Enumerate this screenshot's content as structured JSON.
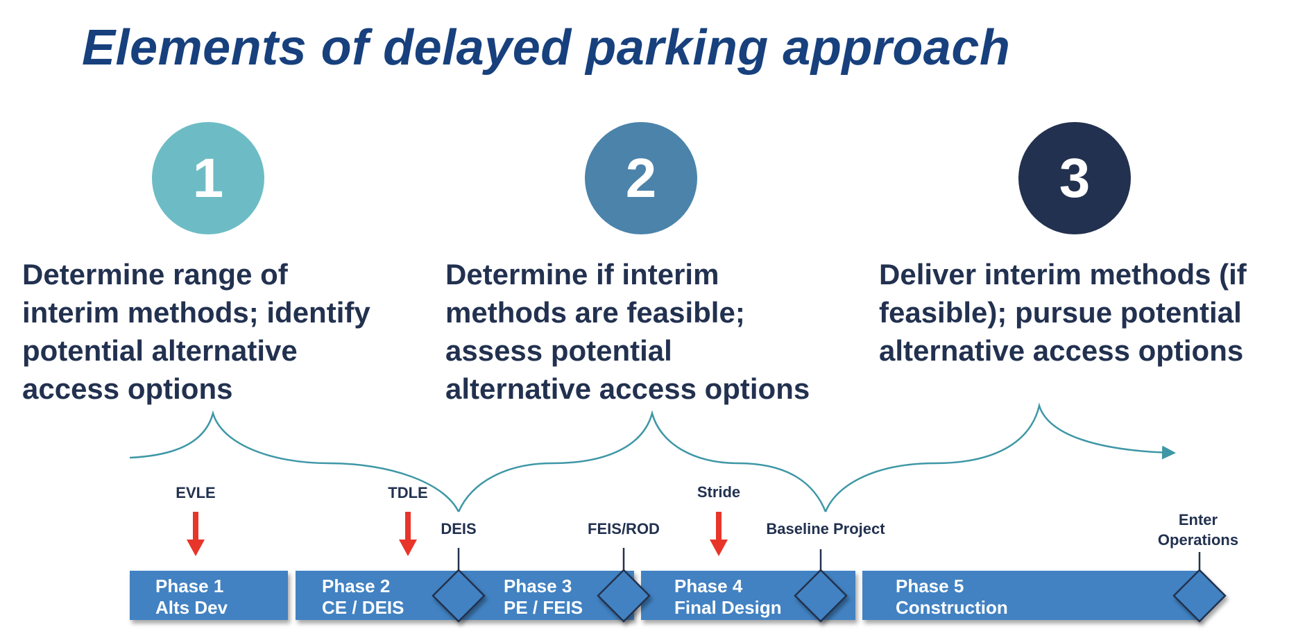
{
  "title": "Elements of delayed parking approach",
  "colors": {
    "title": "#17407d",
    "body_text": "#22314f",
    "brace": "#3e97a6",
    "event_arrow": "#e8352a",
    "phase_fill": "#4282c2",
    "milestone_outline": "#22314f"
  },
  "steps": [
    {
      "number": "1",
      "color": "#6dbcc5",
      "text": "Determine range of\ninterim methods; identify\npotential alternative\naccess options"
    },
    {
      "number": "2",
      "color": "#4b83aa",
      "text": "Determine if interim\nmethods are feasible;\nassess potential\nalternative access options"
    },
    {
      "number": "3",
      "color": "#22314f",
      "text": "Deliver interim methods (if\nfeasible); pursue potential\nalternative access options"
    }
  ],
  "events": [
    {
      "label": "EVLE",
      "icon": "red-down-arrow-icon"
    },
    {
      "label": "TDLE",
      "icon": "red-down-arrow-icon"
    },
    {
      "label": "Stride",
      "icon": "red-down-arrow-icon"
    }
  ],
  "milestones": [
    {
      "label": "DEIS",
      "icon": "diamond-milestone-icon"
    },
    {
      "label": "FEIS/ROD",
      "icon": "diamond-milestone-icon"
    },
    {
      "label": "Baseline Project",
      "icon": "diamond-milestone-icon"
    },
    {
      "label": "Enter\nOperations",
      "icon": "diamond-milestone-icon"
    }
  ],
  "phases": [
    {
      "name": "Phase 1",
      "subtitle": "Alts Dev",
      "text": "Phase 1\nAlts Dev"
    },
    {
      "name": "Phase 2",
      "subtitle": "CE / DEIS",
      "text": "Phase 2\nCE / DEIS"
    },
    {
      "name": "Phase 3",
      "subtitle": "PE / FEIS",
      "text": "Phase 3\nPE / FEIS"
    },
    {
      "name": "Phase 4",
      "subtitle": "Final Design",
      "text": "Phase 4\nFinal Design"
    },
    {
      "name": "Phase 5",
      "subtitle": "Construction",
      "text": "Phase 5\nConstruction"
    }
  ]
}
